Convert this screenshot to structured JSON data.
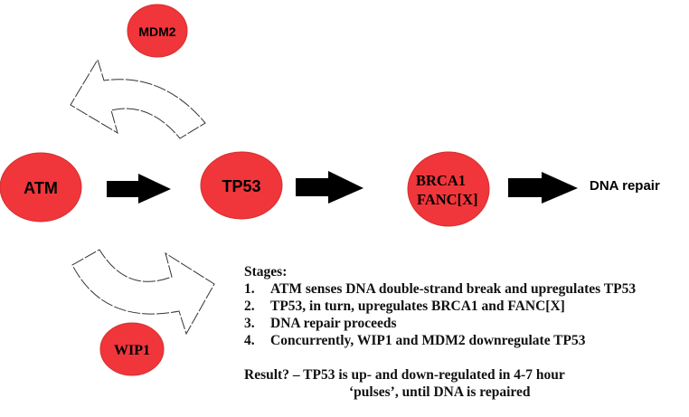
{
  "nodes": {
    "mdm2": {
      "label": "MDM2"
    },
    "atm": {
      "label": "ATM"
    },
    "tp53": {
      "label": "TP53"
    },
    "brca1_fanc": {
      "line1": "BRCA1",
      "line2": "FANC[X]"
    },
    "wip1": {
      "label": "WIP1"
    },
    "dna_repair": {
      "label": "DNA repair"
    }
  },
  "colors": {
    "node_fill": "#f0363a",
    "node_stroke": "#d43030",
    "arrow_fill": "#000000",
    "feedback_arrow_fill": "#ffffff"
  },
  "stages": {
    "heading": "Stages:",
    "items": [
      {
        "num": "1.",
        "text": "ATM senses DNA double-strand break and upregulates TP53"
      },
      {
        "num": "2.",
        "text": "TP53, in turn, upregulates BRCA1 and FANC[X]"
      },
      {
        "num": "3.",
        "text": "DNA repair proceeds"
      },
      {
        "num": "4.",
        "text": "Concurrently, WIP1 and MDM2 downregulate TP53"
      }
    ]
  },
  "result": {
    "line1": "Result? – TP53 is up- and down-regulated in 4-7 hour",
    "line2": "‘pulses’, until DNA is repaired"
  }
}
